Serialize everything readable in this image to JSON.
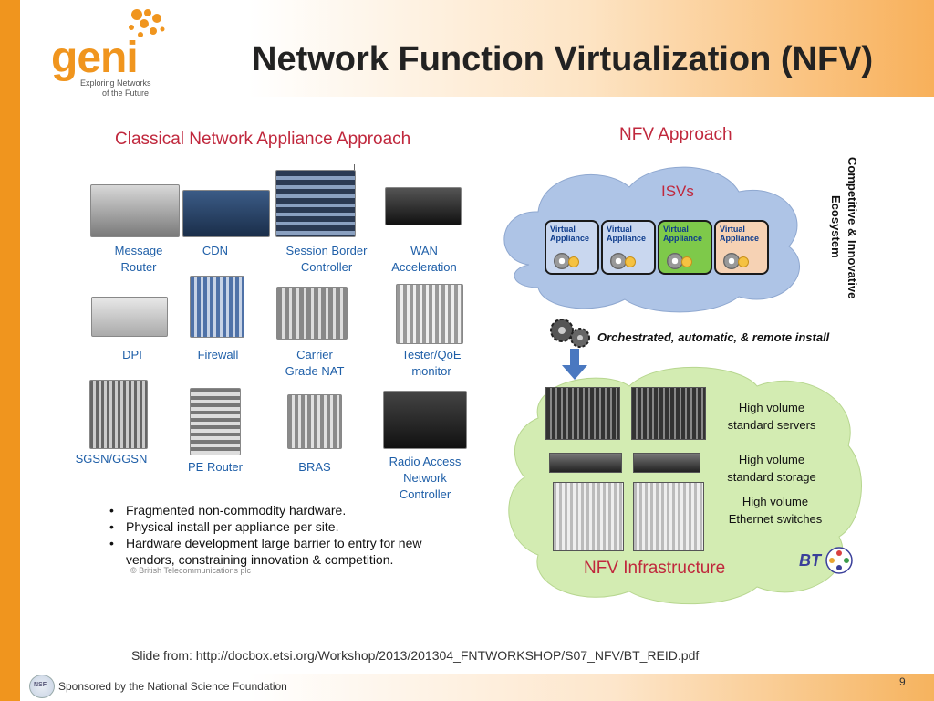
{
  "header": {
    "title": "Network Function Virtualization (NFV)",
    "logo_word": "geni",
    "logo_sub_line1": "Exploring Networks",
    "logo_sub_line2": "of the Future"
  },
  "classical": {
    "title": "Classical Network Appliance Approach",
    "devices": [
      {
        "line1": "Message",
        "line2": "Router"
      },
      {
        "line1": "CDN",
        "line2": ""
      },
      {
        "line1": "Session Border",
        "line2": "Controller"
      },
      {
        "line1": "WAN",
        "line2": "Acceleration"
      },
      {
        "line1": "DPI",
        "line2": ""
      },
      {
        "line1": "Firewall",
        "line2": ""
      },
      {
        "line1": "Carrier",
        "line2": "Grade NAT"
      },
      {
        "line1": "Tester/QoE",
        "line2": "monitor"
      },
      {
        "line1": "SGSN/GGSN",
        "line2": ""
      },
      {
        "line1": "PE Router",
        "line2": ""
      },
      {
        "line1": "BRAS",
        "line2": ""
      },
      {
        "line1": "Radio Access",
        "line2": "Network",
        "line3": "Controller"
      }
    ],
    "bullets": [
      "Fragmented non-commodity hardware.",
      "Physical install per appliance per site.",
      "Hardware development large barrier to entry for new vendors, constraining innovation & competition."
    ],
    "copyright": "© British Telecommunications plc"
  },
  "nfv": {
    "title": "NFV Approach",
    "isvs_label": "ISVs",
    "virtual_appliances": [
      {
        "line1": "Virtual",
        "line2": "Appliance",
        "color": "#c9d7ef"
      },
      {
        "line1": "Virtual",
        "line2": "Appliance",
        "color": "#c9d7ef"
      },
      {
        "line1": "Virtual",
        "line2": "Appliance",
        "color": "#7ec94a"
      },
      {
        "line1": "Virtual",
        "line2": "Appliance",
        "color": "#f6d2b4"
      }
    ],
    "ecosystem_line1": "Competitive & Innovative",
    "ecosystem_line2": "Ecosystem",
    "orchestration": "Orchestrated, automatic, &  remote install",
    "infra": {
      "servers_line1": "High volume",
      "servers_line2": "standard servers",
      "storage_line1": "High volume",
      "storage_line2": "standard storage",
      "switches_line1": "High volume",
      "switches_line2": "Ethernet switches",
      "title": "NFV Infrastructure"
    },
    "bt_logo": "BT"
  },
  "footer": {
    "slide_from": "Slide from: http://docbox.etsi.org/Workshop/2013/201304_FNTWORKSHOP/S07_NFV/BT_REID.pdf",
    "sponsor": "Sponsored by the National Science Foundation",
    "nsf_logo": "NSF",
    "page_number": "9"
  },
  "colors": {
    "orange_accent": "#f0951e",
    "section_red": "#c0283d",
    "label_blue": "#1f5fa8",
    "cloud_blue": "#aec4e6",
    "cloud_green": "#d3ecb2"
  }
}
